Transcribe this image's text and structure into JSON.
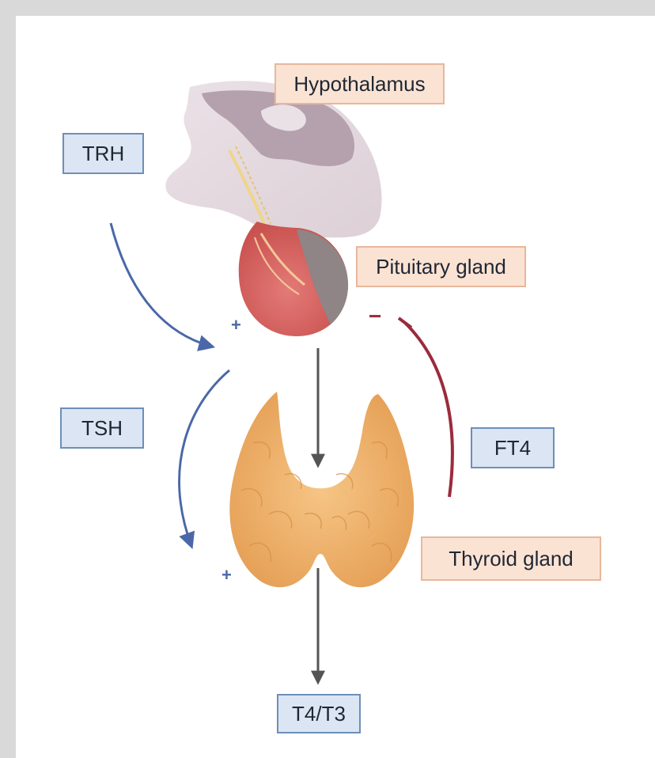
{
  "labels": {
    "hypothalamus": "Hypothalamus",
    "trh": "TRH",
    "pituitary": "Pituitary gland",
    "tsh": "TSH",
    "ft4": "FT4",
    "thyroid": "Thyroid gland",
    "t4t3": "T4/T3"
  },
  "signs": {
    "plus_top": "+",
    "minus": "−",
    "plus_bottom": "+"
  },
  "colors": {
    "stimulation_arrow": "#4a68a8",
    "inhibition_arrow": "#9b2b3c",
    "flow_arrow": "#555555",
    "hormone_box": "#dbe5f3",
    "organ_box": "#fbe3d4"
  }
}
